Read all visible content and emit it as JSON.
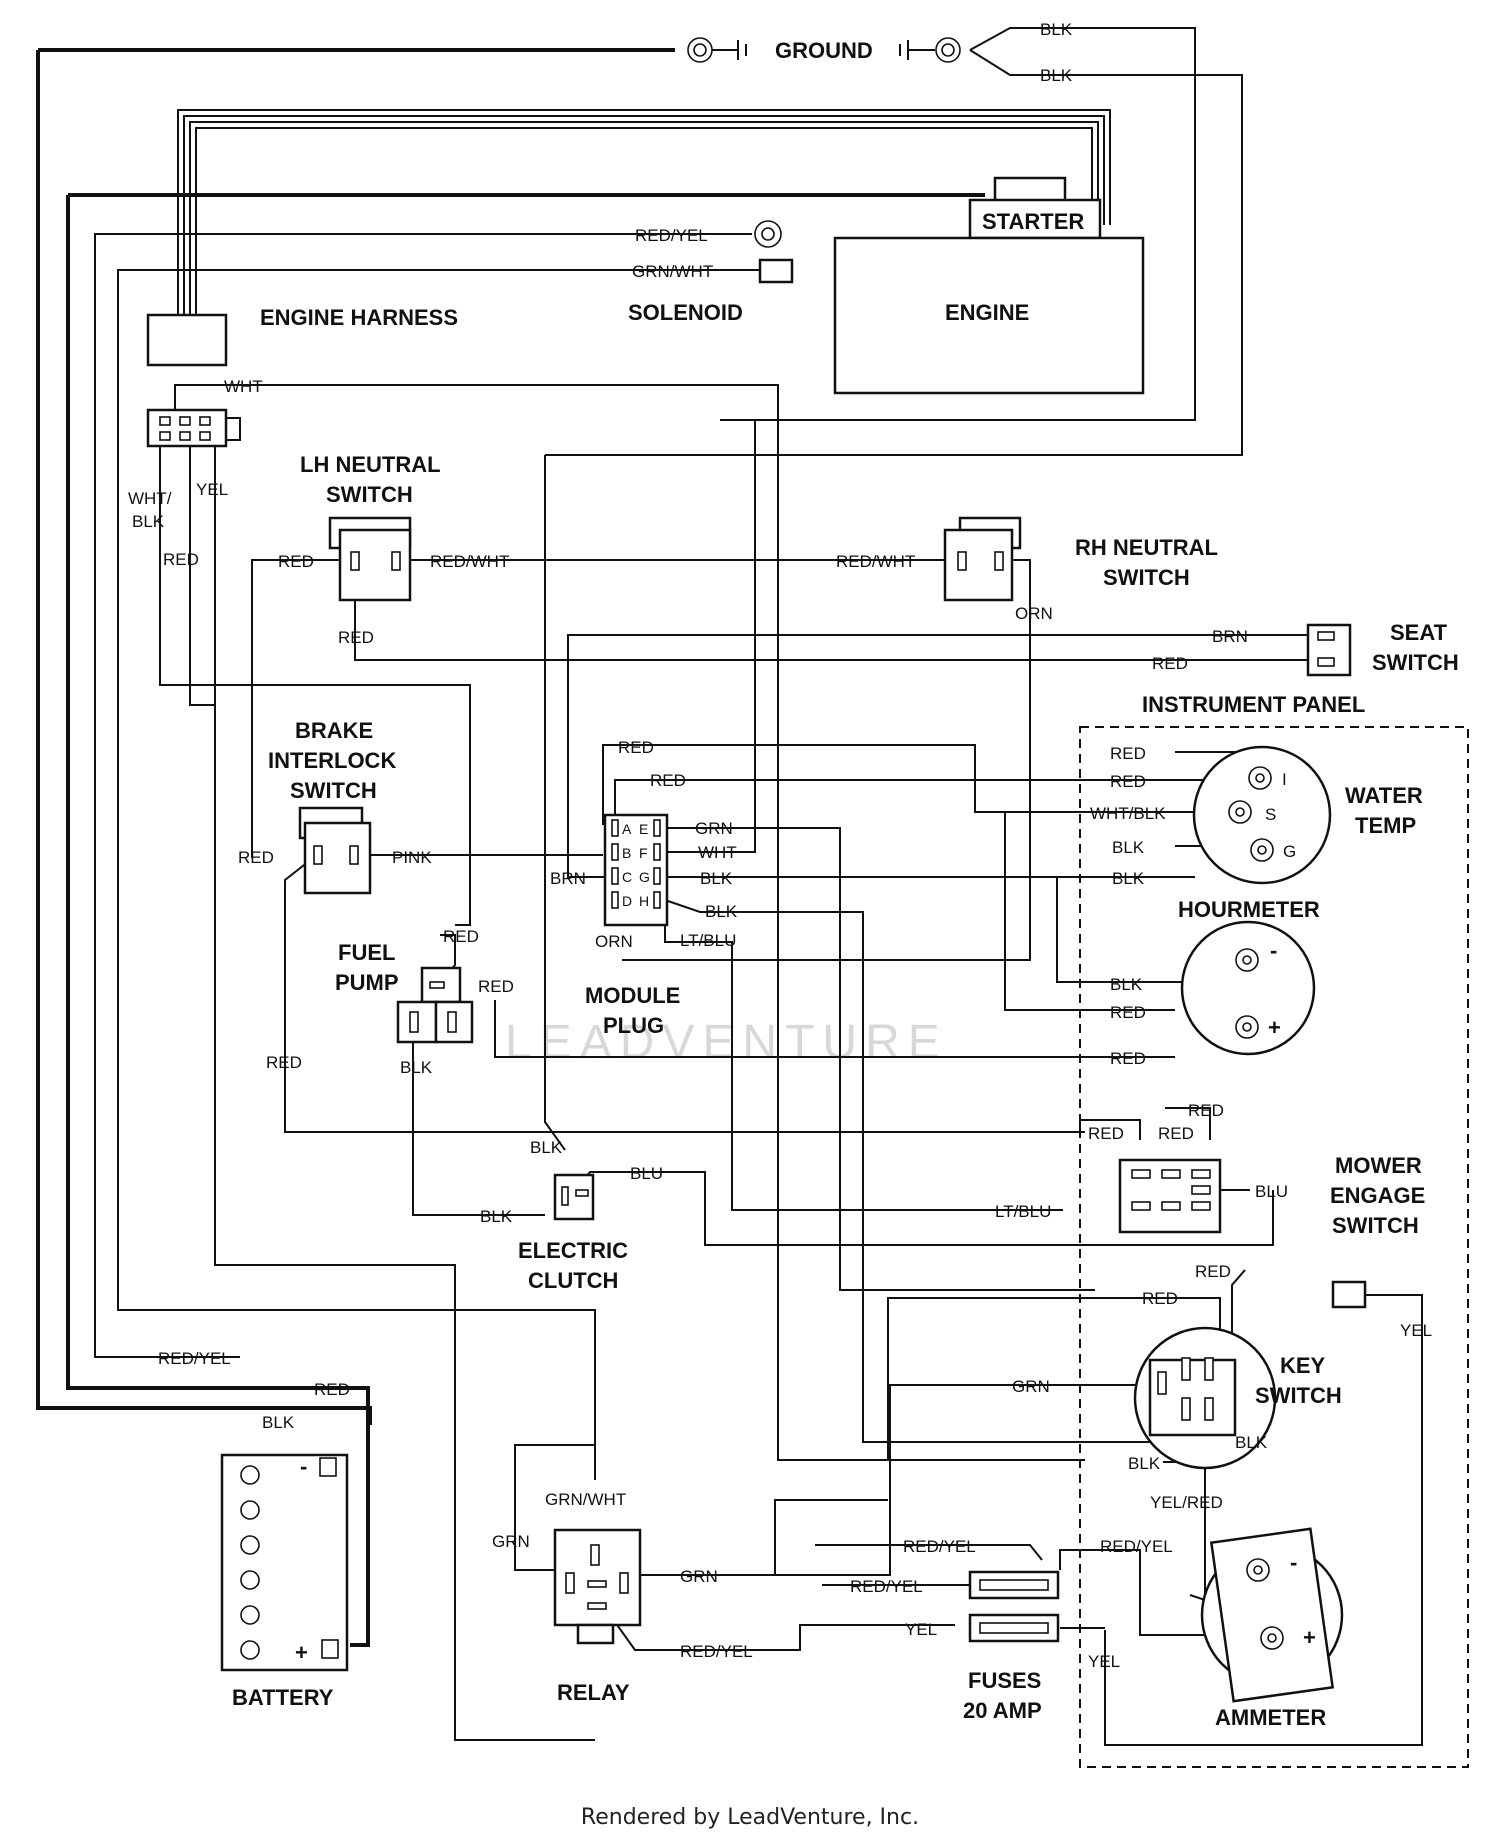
{
  "components": {
    "ground": "GROUND",
    "starter": "STARTER",
    "engine": "ENGINE",
    "engine_harness": "ENGINE HARNESS",
    "solenoid": "SOLENOID",
    "lh_neutral": [
      "LH NEUTRAL",
      "SWITCH"
    ],
    "rh_neutral": [
      "RH NEUTRAL",
      "SWITCH"
    ],
    "seat_switch": [
      "SEAT",
      "SWITCH"
    ],
    "instrument_panel": "INSTRUMENT PANEL",
    "brake_interlock": [
      "BRAKE",
      "INTERLOCK",
      "SWITCH"
    ],
    "water_temp": [
      "WATER",
      "TEMP"
    ],
    "hourmeter": "HOURMETER",
    "fuel_pump": [
      "FUEL",
      "PUMP"
    ],
    "module_plug": [
      "MODULE",
      "PLUG"
    ],
    "mower_engage": [
      "MOWER",
      "ENGAGE",
      "SWITCH"
    ],
    "electric_clutch": [
      "ELECTRIC",
      "CLUTCH"
    ],
    "key_switch": [
      "KEY",
      "SWITCH"
    ],
    "battery": "BATTERY",
    "relay": "RELAY",
    "fuses": [
      "FUSES",
      "20 AMP"
    ],
    "ammeter": "AMMETER"
  },
  "module_pins": [
    "A",
    "B",
    "C",
    "D",
    "E",
    "F",
    "G",
    "H"
  ],
  "gauge_terminals": {
    "i": "I",
    "s": "S",
    "g": "G"
  },
  "symbols": {
    "plus": "+",
    "minus": "-"
  },
  "wire_colors": {
    "blk": "BLK",
    "red": "RED",
    "red_yel": "RED/YEL",
    "grn_wht": "GRN/WHT",
    "wht": "WHT",
    "wht_blk_a": "WHT/",
    "wht_blk_b": "BLK",
    "wht_blk": "WHT/BLK",
    "yel": "YEL",
    "red_wht": "RED/WHT",
    "orn": "ORN",
    "brn": "BRN",
    "grn": "GRN",
    "pink": "PINK",
    "lt_blu": "LT/BLU",
    "blu": "BLU",
    "yel_red": "YEL/RED"
  },
  "watermark": "LEADVENTURE",
  "footer": "Rendered by LeadVenture, Inc."
}
